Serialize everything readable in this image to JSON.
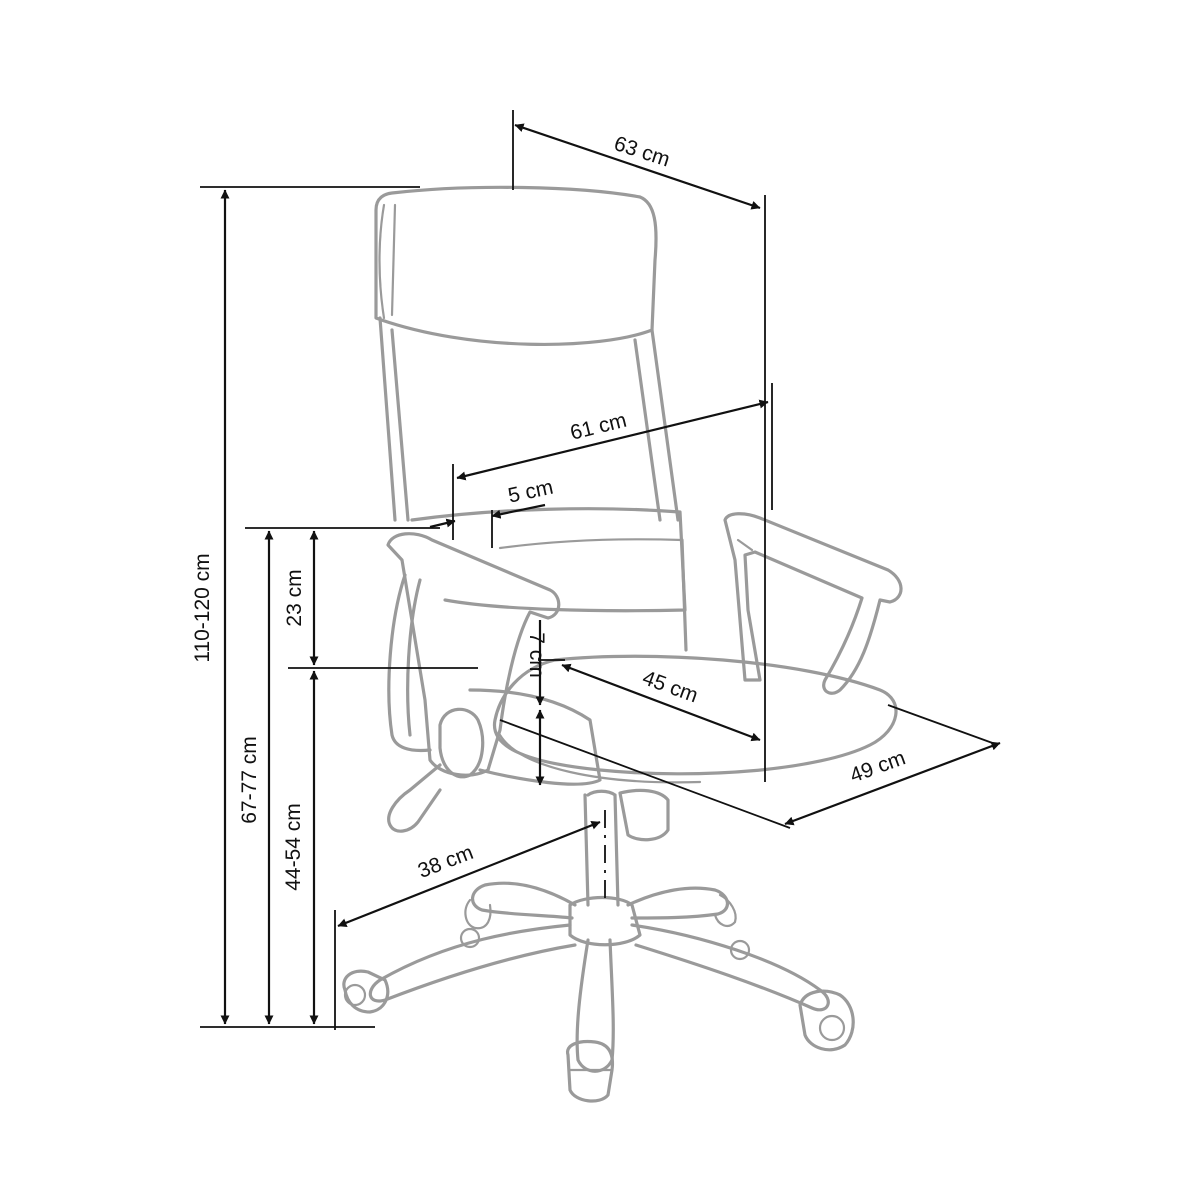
{
  "dimensions": {
    "width_top": "63 cm",
    "armrest_width": "61 cm",
    "armrest_pad": "5 cm",
    "total_height": "110-120 cm",
    "armrest_height": "67-77 cm",
    "arm_to_seat": "23 cm",
    "seat_height": "44-54 cm",
    "seat_thickness": "7 cm",
    "seat_depth": "45 cm",
    "seat_width": "49 cm",
    "base_radius": "38 cm"
  },
  "colors": {
    "drawing": "#9a9a9a",
    "dimension": "#111111",
    "background": "#ffffff"
  }
}
